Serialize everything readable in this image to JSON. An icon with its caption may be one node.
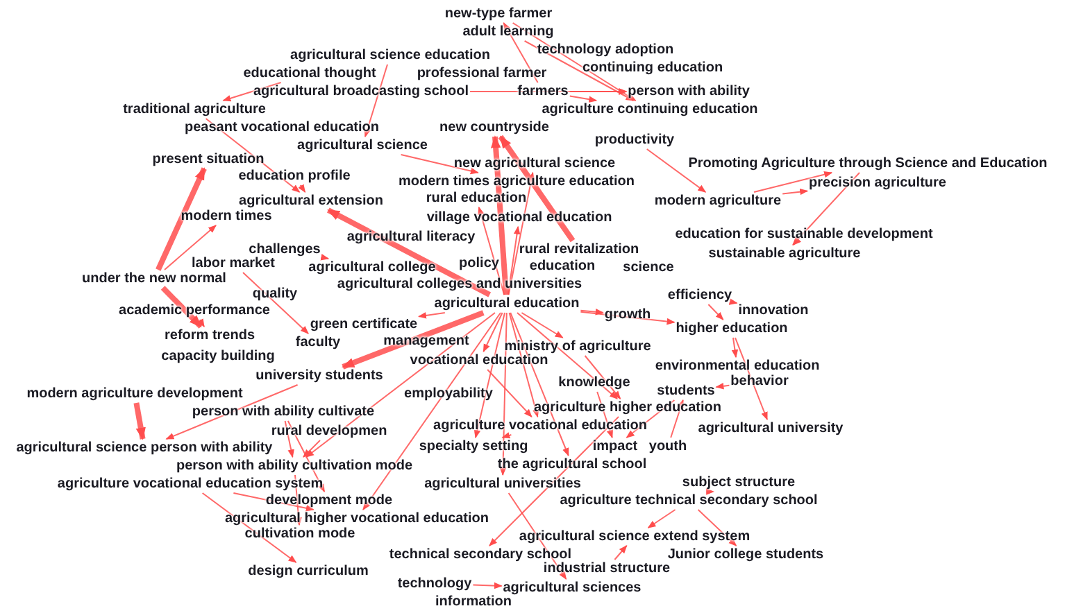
{
  "diagram": {
    "nodes": [
      {
        "text": [
          "new-type farmer"
        ]
      },
      {
        "text": [
          "adult learning"
        ]
      },
      {
        "text": [
          "technology adoption"
        ]
      },
      {
        "text": [
          "agricultural science education"
        ]
      },
      {
        "text": [
          "continuing education"
        ]
      },
      {
        "text": [
          "educational thought"
        ]
      },
      {
        "text": [
          "professional farmer"
        ]
      },
      {
        "text": [
          "agricultural broadcasting school"
        ]
      },
      {
        "text": [
          "farmers"
        ]
      },
      {
        "text": [
          "person with ability"
        ]
      },
      {
        "text": [
          "traditional agriculture"
        ]
      },
      {
        "text": [
          "agriculture continuing education"
        ]
      },
      {
        "text": [
          "peasant vocational education"
        ]
      },
      {
        "text": [
          "new countryside"
        ]
      },
      {
        "text": [
          "agricultural science"
        ]
      },
      {
        "text": [
          "productivity"
        ]
      },
      {
        "text": [
          "present situation"
        ]
      },
      {
        "text": [
          "new agricultural science"
        ]
      },
      {
        "text": [
          "Promoting Agriculture through Science and Education"
        ]
      },
      {
        "text": [
          "education profile"
        ]
      },
      {
        "text": [
          "modern times agriculture education"
        ]
      },
      {
        "text": [
          "precision agriculture"
        ]
      },
      {
        "text": [
          "agricultural extension"
        ]
      },
      {
        "text": [
          "rural education"
        ]
      },
      {
        "text": [
          "modern agriculture"
        ]
      },
      {
        "text": [
          "modern times"
        ]
      },
      {
        "text": [
          "village vocational education"
        ]
      },
      {
        "text": [
          "agricultural literacy"
        ]
      },
      {
        "text": [
          "education for sustainable development"
        ]
      },
      {
        "text": [
          "challenges"
        ]
      },
      {
        "text": [
          "labor market"
        ]
      },
      {
        "text": [
          "agricultural college"
        ]
      },
      {
        "text": [
          "policy"
        ]
      },
      {
        "text": [
          "rural revitalization"
        ]
      },
      {
        "text": [
          "education"
        ]
      },
      {
        "text": [
          "sustainable agriculture"
        ]
      },
      {
        "text": [
          "science"
        ]
      },
      {
        "text": [
          "under the new normal"
        ]
      },
      {
        "text": [
          "quality"
        ]
      },
      {
        "text": [
          "agricultural colleges and universities"
        ]
      },
      {
        "text": [
          "agricultural education"
        ]
      },
      {
        "text": [
          "efficiency"
        ]
      },
      {
        "text": [
          "innovation"
        ]
      },
      {
        "text": [
          "academic performance"
        ]
      },
      {
        "text": [
          "green certificate"
        ]
      },
      {
        "text": [
          "growth"
        ]
      },
      {
        "text": [
          "higher education"
        ]
      },
      {
        "text": [
          "management"
        ]
      },
      {
        "text": [
          "reform trends"
        ]
      },
      {
        "text": [
          "faculty"
        ]
      },
      {
        "text": [
          "ministry of agriculture"
        ]
      },
      {
        "text": [
          "vocational education"
        ]
      },
      {
        "text": [
          "capacity building"
        ]
      },
      {
        "text": [
          "environmental education"
        ]
      },
      {
        "text": [
          "university students"
        ]
      },
      {
        "text": [
          "knowledge"
        ]
      },
      {
        "text": [
          "behavior"
        ]
      },
      {
        "text": [
          "students"
        ]
      },
      {
        "text": [
          "modern agriculture development"
        ]
      },
      {
        "text": [
          "employability"
        ]
      },
      {
        "text": [
          "person with ability cultivate"
        ]
      },
      {
        "text": [
          "agriculture higher education"
        ]
      },
      {
        "text": [
          "agricultural university"
        ]
      },
      {
        "text": [
          "rural developmen"
        ]
      },
      {
        "text": [
          "agriculture vocational education"
        ]
      },
      {
        "text": [
          "agricultural science person with ability"
        ]
      },
      {
        "text": [
          "specialty setting"
        ]
      },
      {
        "text": [
          "impact"
        ]
      },
      {
        "text": [
          "youth"
        ]
      },
      {
        "text": [
          "subject structure"
        ]
      },
      {
        "text": [
          "person with ability cultivation mode"
        ]
      },
      {
        "text": [
          "the agricultural school"
        ]
      },
      {
        "text": [
          "agriculture vocational education system"
        ]
      },
      {
        "text": [
          "agricultural universities"
        ]
      },
      {
        "text": [
          "agriculture technical secondary school"
        ]
      },
      {
        "text": [
          "development mode"
        ]
      },
      {
        "text": [
          "agricultural higher vocational education"
        ]
      },
      {
        "text": [
          "cultivation mode"
        ]
      },
      {
        "text": [
          "agricultural science extend system"
        ]
      },
      {
        "text": [
          "technical secondary school"
        ]
      },
      {
        "text": [
          "Junior college students"
        ]
      },
      {
        "text": [
          "industrial structure"
        ]
      },
      {
        "text": [
          "design curriculum"
        ]
      },
      {
        "text": [
          "technology"
        ]
      },
      {
        "text": [
          "agricultural sciences"
        ]
      },
      {
        "text": [
          "information"
        ]
      }
    ],
    "edges": [
      {
        "from": 40,
        "to": 22,
        "arrow": "to",
        "style": "thick"
      },
      {
        "from": 40,
        "to": 23,
        "arrow": "to"
      },
      {
        "from": 40,
        "to": 13,
        "arrow": "to",
        "style": "thick"
      },
      {
        "from": 40,
        "to": 45,
        "arrow": "to"
      },
      {
        "from": 40,
        "to": 46,
        "arrow": "to"
      },
      {
        "from": 40,
        "to": 61,
        "arrow": "to"
      },
      {
        "from": 40,
        "to": 64,
        "arrow": "to"
      },
      {
        "from": 40,
        "to": 71,
        "arrow": "to"
      },
      {
        "from": 40,
        "to": 73,
        "arrow": "to"
      },
      {
        "from": 40,
        "to": 51,
        "arrow": "to"
      },
      {
        "from": 40,
        "to": 54,
        "arrow": "to",
        "style": "thick"
      },
      {
        "from": 40,
        "to": 70,
        "arrow": "to"
      },
      {
        "from": 40,
        "to": 76,
        "arrow": "to"
      },
      {
        "from": 40,
        "to": 66,
        "arrow": "to"
      },
      {
        "from": 40,
        "to": 50,
        "arrow": "to"
      },
      {
        "from": 40,
        "to": 44,
        "arrow": "to"
      },
      {
        "from": 40,
        "to": 26,
        "arrow": "to"
      },
      {
        "from": 40,
        "to": 17,
        "arrow": "to"
      },
      {
        "from": 37,
        "to": 16,
        "arrow": "to",
        "style": "thick"
      },
      {
        "from": 37,
        "to": 25,
        "arrow": "to"
      },
      {
        "from": 37,
        "to": 48,
        "arrow": "to",
        "style": "thick"
      },
      {
        "from": 43,
        "to": 48,
        "arrow": "to"
      },
      {
        "from": 58,
        "to": 65,
        "arrow": "to",
        "style": "thick"
      },
      {
        "from": 54,
        "to": 65,
        "arrow": "to"
      },
      {
        "from": 30,
        "to": 49,
        "arrow": "to"
      },
      {
        "from": 29,
        "to": 31,
        "arrow": "to"
      },
      {
        "from": 10,
        "to": 22,
        "arrow": "to"
      },
      {
        "from": 5,
        "to": 10,
        "arrow": "to"
      },
      {
        "from": 8,
        "to": 0,
        "arrow": "to"
      },
      {
        "from": 8,
        "to": 9,
        "arrow": "to"
      },
      {
        "from": 8,
        "to": 11,
        "arrow": "to"
      },
      {
        "from": 1,
        "to": 11,
        "arrow": "to"
      },
      {
        "from": 3,
        "to": 14,
        "arrow": "to"
      },
      {
        "from": 7,
        "to": 9,
        "arrow": "to"
      },
      {
        "from": 0,
        "to": 11,
        "arrow": "to"
      },
      {
        "from": 14,
        "to": 20,
        "arrow": "to"
      },
      {
        "from": 19,
        "to": 22,
        "arrow": "to"
      },
      {
        "from": 24,
        "to": 21,
        "arrow": "to"
      },
      {
        "from": 24,
        "to": 18,
        "arrow": "to"
      },
      {
        "from": 18,
        "to": 35,
        "arrow": "to"
      },
      {
        "from": 28,
        "to": 35,
        "arrow": "to"
      },
      {
        "from": 46,
        "to": 62,
        "arrow": "to"
      },
      {
        "from": 46,
        "to": 53,
        "arrow": "to"
      },
      {
        "from": 56,
        "to": 57,
        "arrow": "to"
      },
      {
        "from": 57,
        "to": 67,
        "arrow": "to"
      },
      {
        "from": 68,
        "to": 57,
        "arrow": "to"
      },
      {
        "from": 74,
        "to": 69,
        "arrow": "to"
      },
      {
        "from": 74,
        "to": 80,
        "arrow": "to"
      },
      {
        "from": 74,
        "to": 78,
        "arrow": "to"
      },
      {
        "from": 81,
        "to": 78,
        "arrow": "to"
      },
      {
        "from": 83,
        "to": 84,
        "arrow": "to"
      },
      {
        "from": 73,
        "to": 84,
        "arrow": "to"
      },
      {
        "from": 61,
        "to": 79,
        "arrow": "to"
      },
      {
        "from": 72,
        "to": 76,
        "arrow": "to"
      },
      {
        "from": 72,
        "to": 82,
        "arrow": "to"
      },
      {
        "from": 60,
        "to": 70,
        "arrow": "to"
      },
      {
        "from": 60,
        "to": 75,
        "arrow": "to"
      },
      {
        "from": 70,
        "to": 77,
        "arrow": "to"
      },
      {
        "from": 63,
        "to": 70,
        "arrow": "to"
      },
      {
        "from": 41,
        "to": 46,
        "arrow": "to"
      },
      {
        "from": 41,
        "to": 42,
        "arrow": "to"
      },
      {
        "from": 33,
        "to": 13,
        "arrow": "to",
        "style": "thick"
      },
      {
        "from": 15,
        "to": 24,
        "arrow": "to"
      },
      {
        "from": 64,
        "to": 66,
        "arrow": "to"
      },
      {
        "from": 51,
        "to": 64,
        "arrow": "to"
      },
      {
        "from": 50,
        "to": 61,
        "arrow": "to"
      },
      {
        "from": 55,
        "to": 67,
        "arrow": "to"
      }
    ]
  }
}
